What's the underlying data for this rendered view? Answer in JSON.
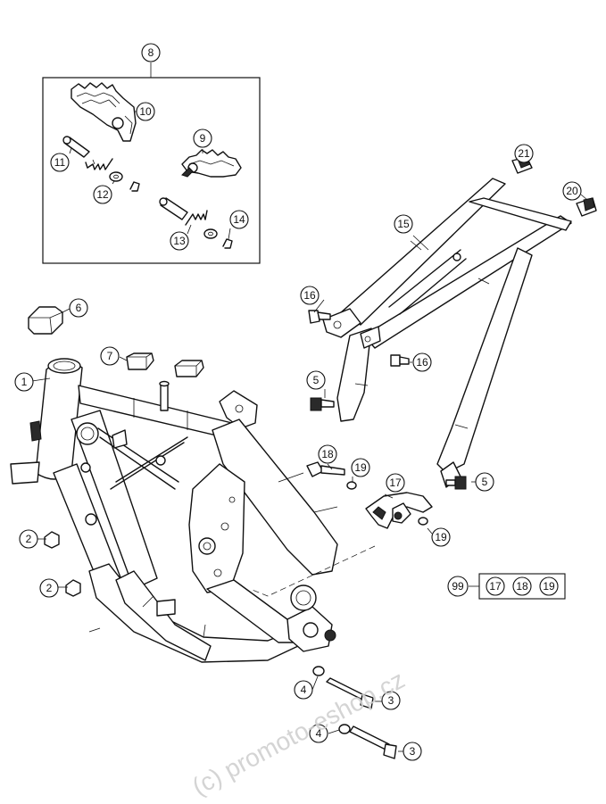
{
  "callouts": {
    "c1": "1",
    "c2a": "2",
    "c2b": "2",
    "c3a": "3",
    "c3b": "3",
    "c4a": "4",
    "c4b": "4",
    "c5a": "5",
    "c5b": "5",
    "c6": "6",
    "c7": "7",
    "c8": "8",
    "c9": "9",
    "c10": "10",
    "c11": "11",
    "c12": "12",
    "c13": "13",
    "c14": "14",
    "c15": "15",
    "c16a": "16",
    "c16b": "16",
    "c17": "17",
    "c18": "18",
    "c19a": "19",
    "c19b": "19",
    "c20": "20",
    "c21": "21"
  },
  "kit": {
    "main": "99",
    "items": [
      "17",
      "18",
      "19"
    ]
  },
  "watermark": "(c) promoto-eshop.cz"
}
